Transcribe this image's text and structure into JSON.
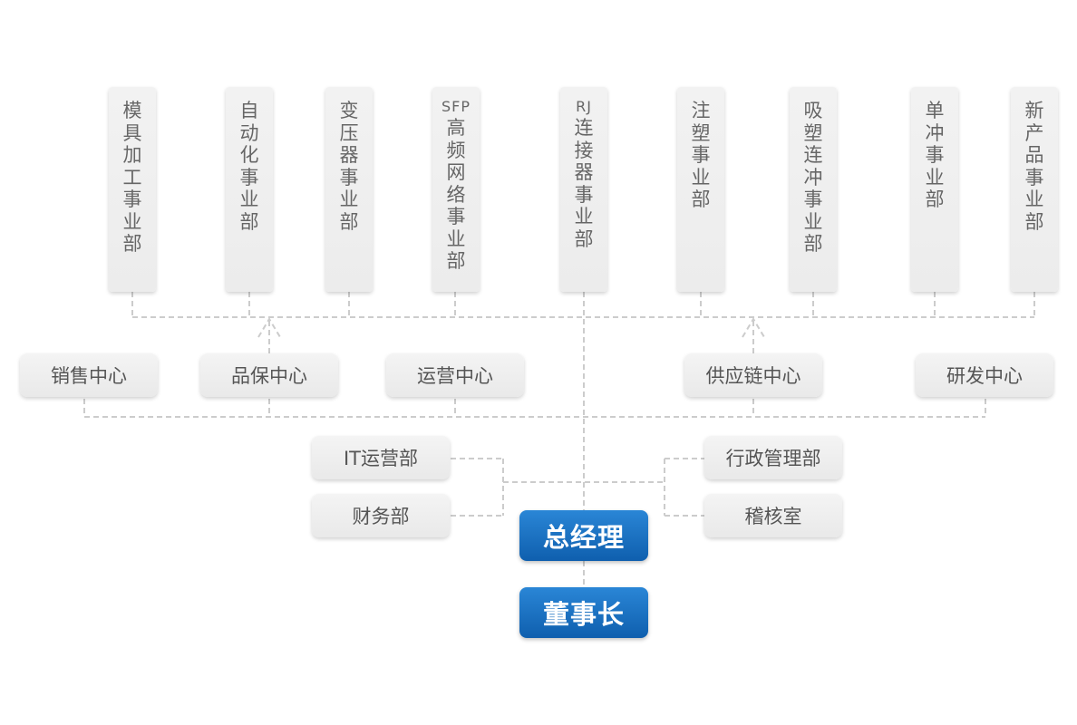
{
  "business_units": [
    {
      "prefix": "",
      "label": "模具加工事业部"
    },
    {
      "prefix": "",
      "label": "自动化事业部"
    },
    {
      "prefix": "",
      "label": "变压器事业部"
    },
    {
      "prefix": "SFP",
      "label": "高频网络事业部"
    },
    {
      "prefix": "RJ",
      "label": "连接器事业部"
    },
    {
      "prefix": "",
      "label": "注塑事业部"
    },
    {
      "prefix": "",
      "label": "吸塑连冲事业部"
    },
    {
      "prefix": "",
      "label": "单冲事业部"
    },
    {
      "prefix": "",
      "label": "新产品事业部"
    }
  ],
  "centers": [
    "销售中心",
    "品保中心",
    "运营中心",
    "供应链中心",
    "研发中心"
  ],
  "support_left": [
    "IT运营部",
    "财务部"
  ],
  "support_right": [
    "行政管理部",
    "稽核室"
  ],
  "general_manager": "总经理",
  "chairman": "董事长",
  "colors": {
    "accent_blue": "#1a6fc0",
    "box_gray": "#eeeeee",
    "line_gray": "#cccccc",
    "text_gray": "#666666"
  }
}
